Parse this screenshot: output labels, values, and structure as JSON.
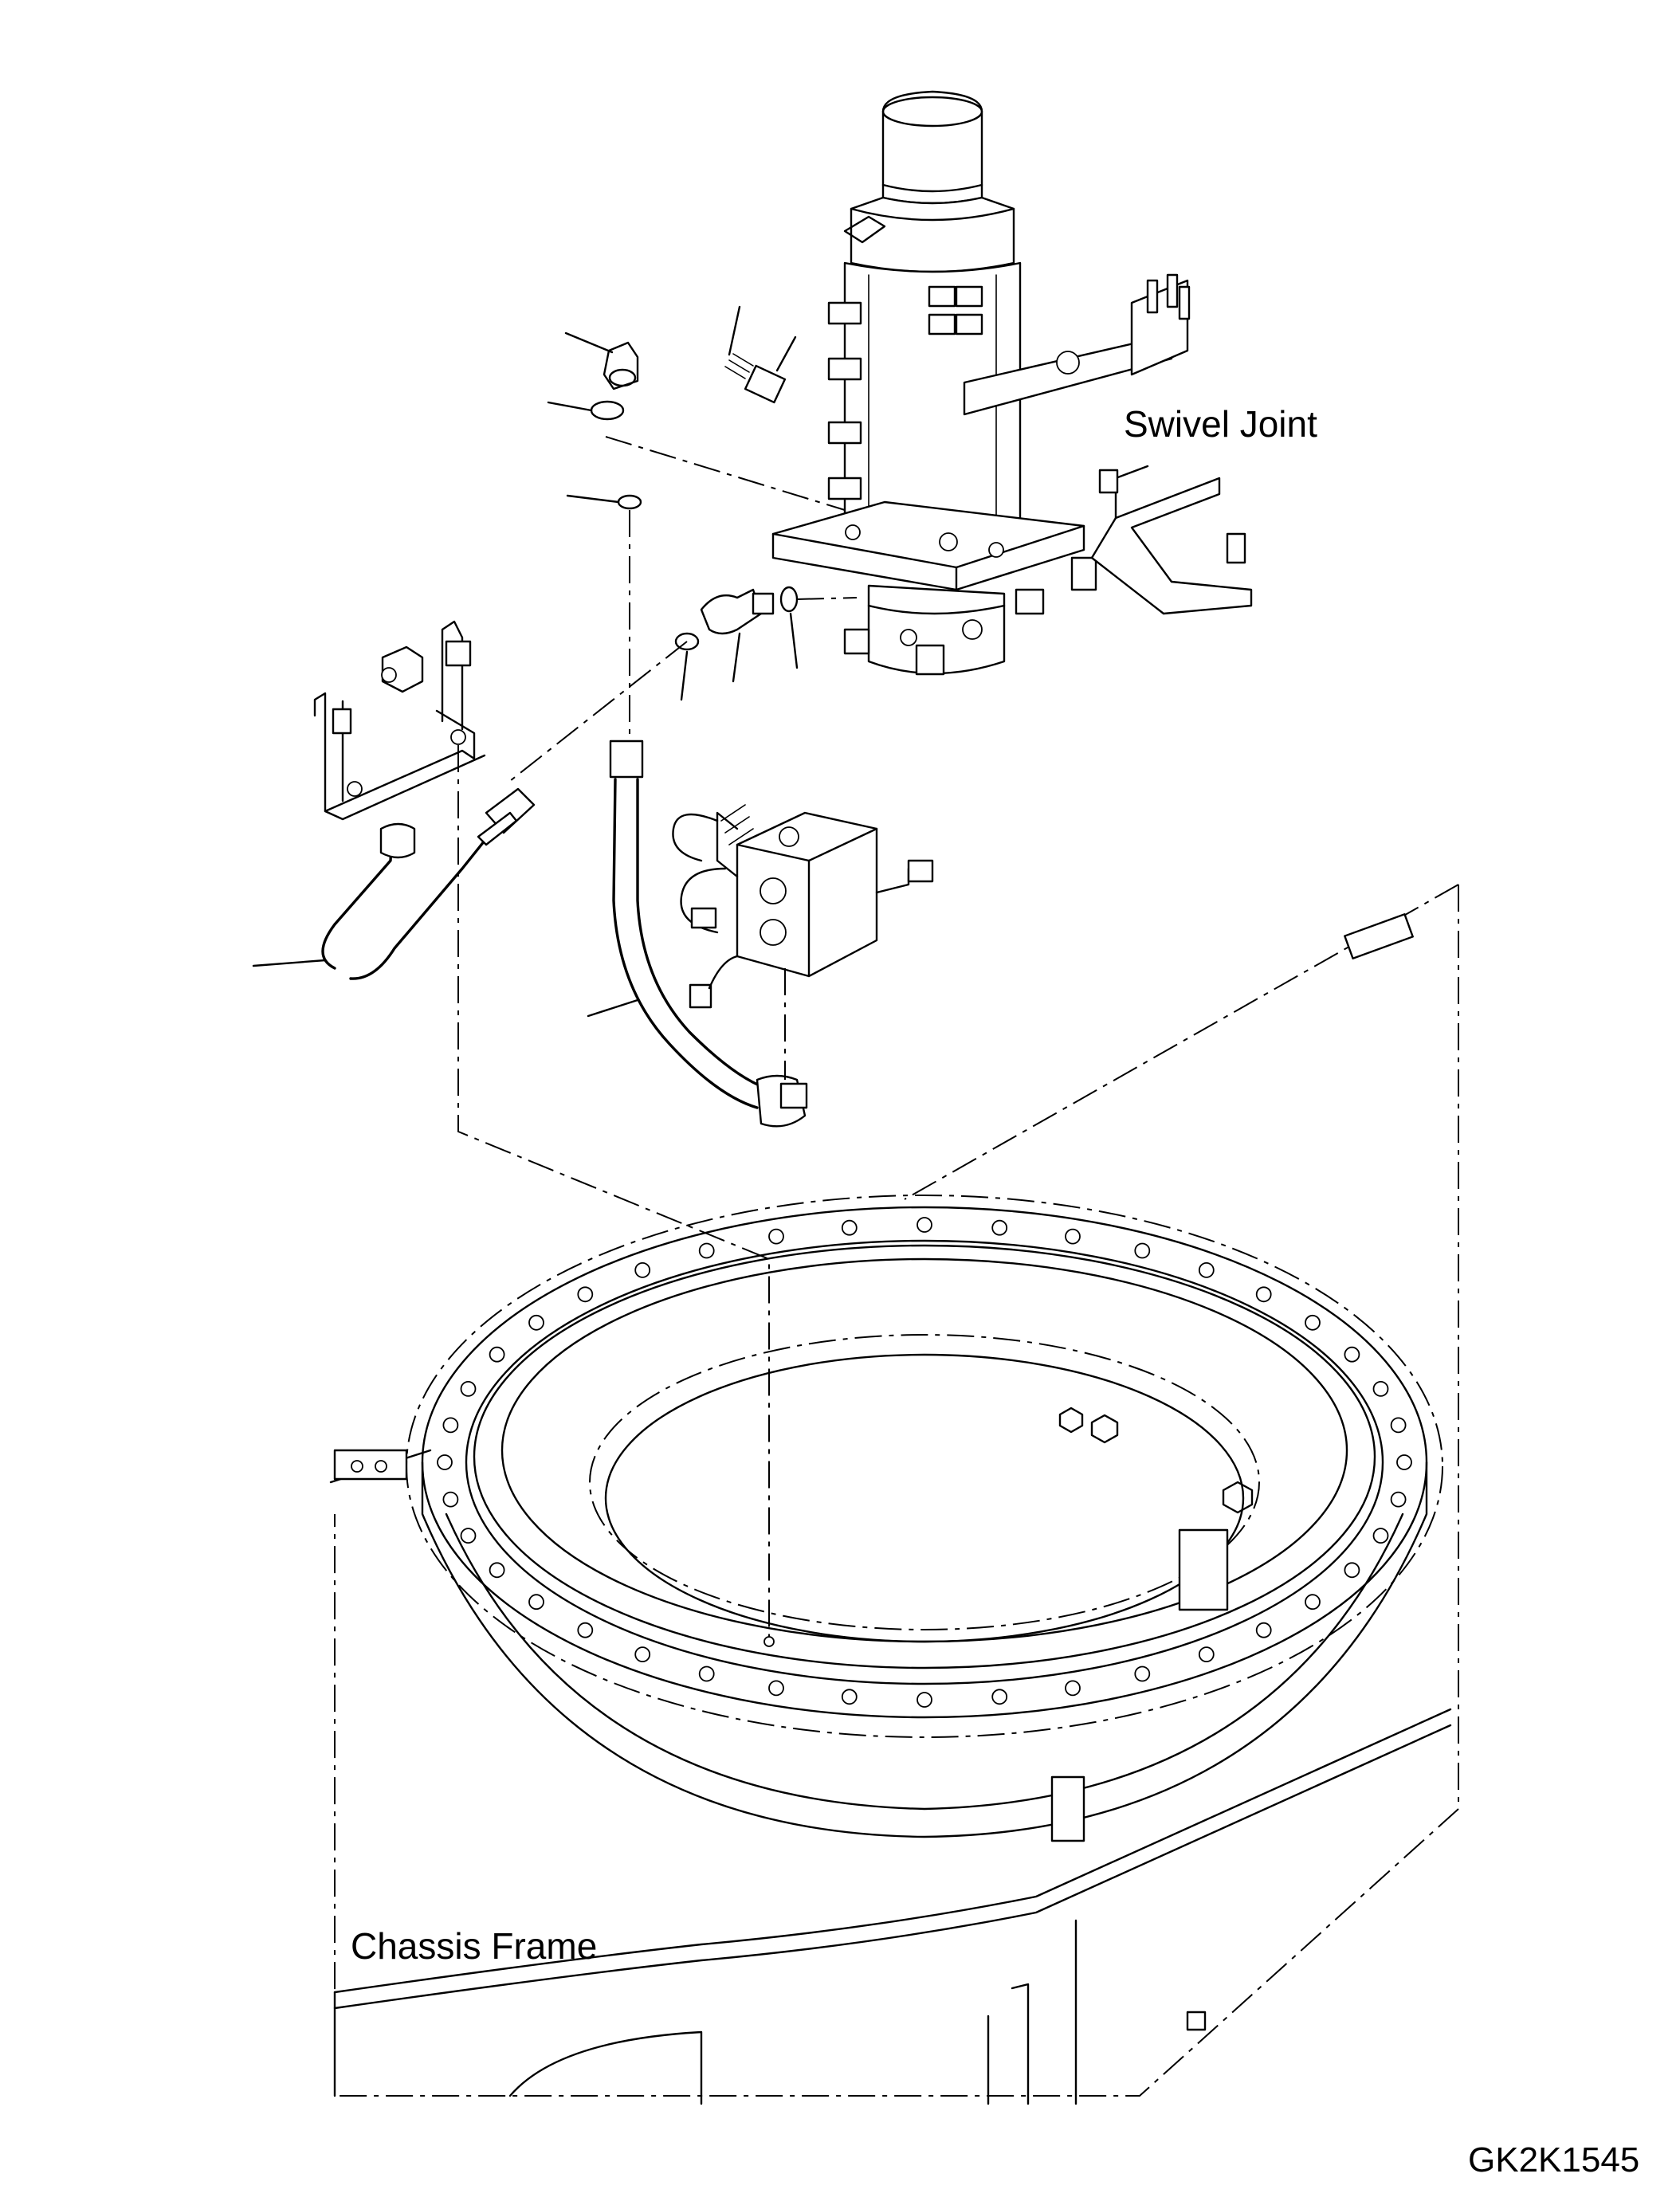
{
  "labels": {
    "swivel_joint": "Swivel Joint",
    "chassis_frame": "Chassis Frame",
    "drawing_code": "GK2K1545"
  }
}
